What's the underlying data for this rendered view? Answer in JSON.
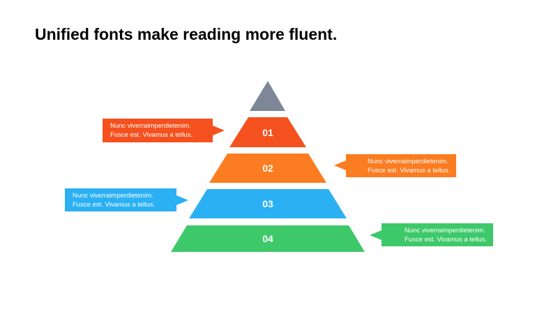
{
  "title": "Unified fonts make reading more fluent.",
  "pyramid": {
    "apex_color": "#7d8797",
    "layers": [
      {
        "label": "01",
        "color": "#f4511e",
        "callout_side": "left",
        "callout": {
          "line1": "Nunc viverraimperdietenim.",
          "line2": "Fusce est. Vivamus a tellus."
        }
      },
      {
        "label": "02",
        "color": "#fb7c21",
        "callout_side": "right",
        "callout": {
          "line1": "Nunc viverraimperdietenim.",
          "line2": "Fusce est. Vivamus a tellus."
        }
      },
      {
        "label": "03",
        "color": "#2bb0f4",
        "callout_side": "left",
        "callout": {
          "line1": "Nunc viverraimperdietenim.",
          "line2": "Fusce est. Vivamus a tellus."
        }
      },
      {
        "label": "04",
        "color": "#3dc96a",
        "callout_side": "right",
        "callout": {
          "line1": "Nunc viverraimperdietenim.",
          "line2": "Fusce est. Vivamus a tellus."
        }
      }
    ]
  }
}
